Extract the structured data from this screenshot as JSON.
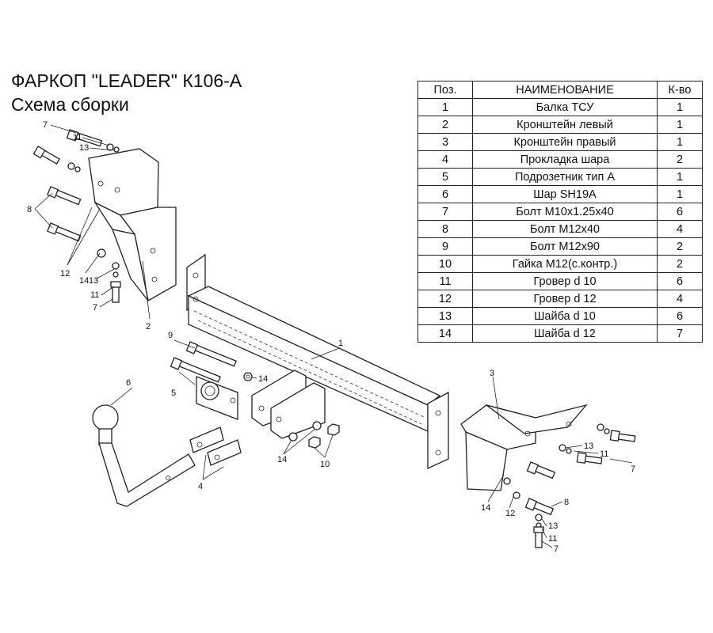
{
  "header": {
    "title": "ФАРКОП \"LEADER\" К106-А",
    "subtitle": "Схема сборки"
  },
  "table": {
    "headers": [
      "Поз.",
      "НАИМЕНОВАНИЕ",
      "К-во"
    ],
    "rows": [
      {
        "pos": "1",
        "name": "Балка ТСУ",
        "qty": "1"
      },
      {
        "pos": "2",
        "name": "Кронштейн левый",
        "qty": "1"
      },
      {
        "pos": "3",
        "name": "Кронштейн правый",
        "qty": "1"
      },
      {
        "pos": "4",
        "name": "Прокладка шара",
        "qty": "2"
      },
      {
        "pos": "5",
        "name": "Подрозетник тип А",
        "qty": "1"
      },
      {
        "pos": "6",
        "name": "Шар SH19A",
        "qty": "1"
      },
      {
        "pos": "7",
        "name": "Болт М10x1.25x40",
        "qty": "6"
      },
      {
        "pos": "8",
        "name": "Болт М12x40",
        "qty": "4"
      },
      {
        "pos": "9",
        "name": "Болт М12x90",
        "qty": "2"
      },
      {
        "pos": "10",
        "name": "Гайка М12(с.контр.)",
        "qty": "2"
      },
      {
        "pos": "11",
        "name": "Гровер d 10",
        "qty": "6"
      },
      {
        "pos": "12",
        "name": "Гровер d 12",
        "qty": "4"
      },
      {
        "pos": "13",
        "name": "Шайба d 10",
        "qty": "6"
      },
      {
        "pos": "14",
        "name": "Шайба d 12",
        "qty": "7"
      }
    ]
  },
  "callouts": {
    "c1": "1",
    "c2": "2",
    "c3": "3",
    "c4": "4",
    "c5": "5",
    "c6": "6",
    "c7a": "7",
    "c7b": "7",
    "c7c": "7",
    "c7d": "7",
    "c8a": "8",
    "c8b": "8",
    "c9": "9",
    "c10": "10",
    "c11a": "11",
    "c11b": "11",
    "c11c": "11",
    "c11d": "11",
    "c12a": "12",
    "c12b": "12",
    "c13a": "13",
    "c13b": "13",
    "c13c": "13",
    "c13d": "13",
    "c14a": "14",
    "c14b": "14",
    "c14c": "14",
    "c14d": "14"
  }
}
